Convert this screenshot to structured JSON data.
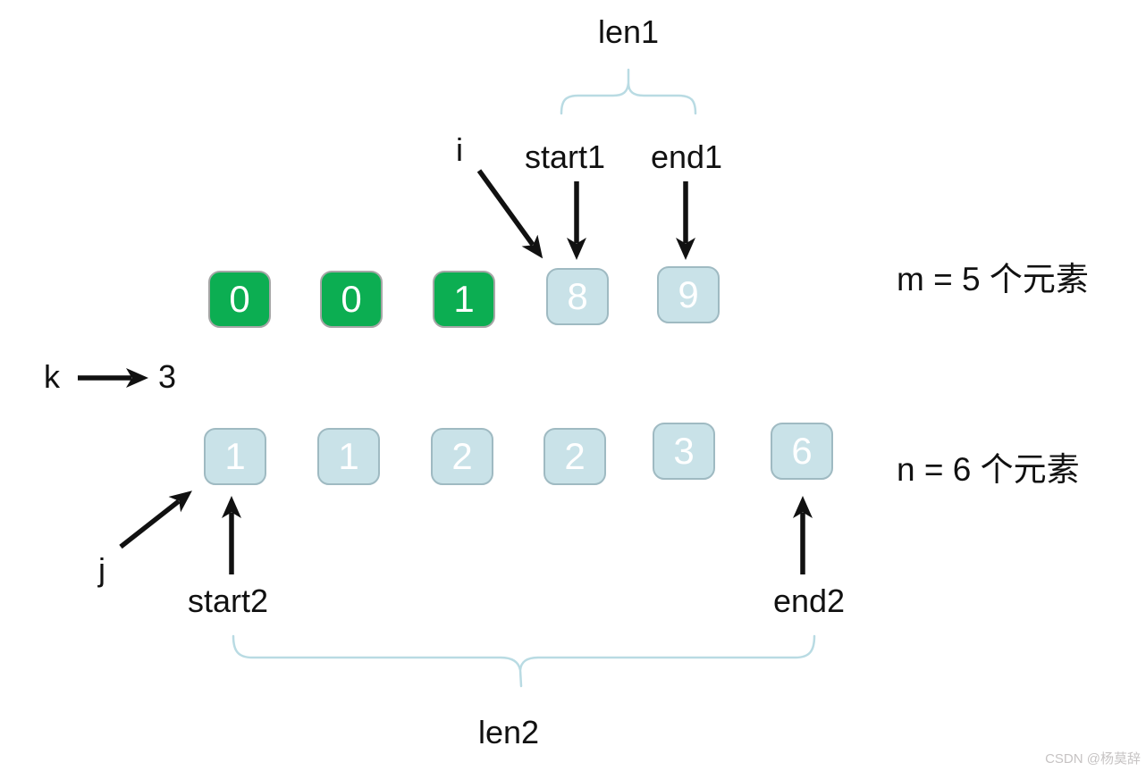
{
  "colors": {
    "green_cell": "#0cae52",
    "green_cell_border": "#a6a6a6",
    "blue_cell": "#c9e2e8",
    "blue_cell_border": "#9fbac2",
    "cell_text": "#ffffff",
    "arrow": "#111111",
    "brace": "#b9dbe3",
    "label_text": "#111111",
    "watermark_text": "#c6c3c3"
  },
  "array1": {
    "cells": [
      {
        "value": "0",
        "variant": "green"
      },
      {
        "value": "0",
        "variant": "green"
      },
      {
        "value": "1",
        "variant": "green"
      },
      {
        "value": "8",
        "variant": "blue"
      },
      {
        "value": "9",
        "variant": "blue"
      }
    ],
    "count_label": "m = 5 个元素",
    "length_label": "len1",
    "pointers": {
      "i": "i",
      "start1": "start1",
      "end1": "end1"
    }
  },
  "array2": {
    "cells": [
      {
        "value": "1",
        "variant": "blue"
      },
      {
        "value": "1",
        "variant": "blue"
      },
      {
        "value": "2",
        "variant": "blue"
      },
      {
        "value": "2",
        "variant": "blue"
      },
      {
        "value": "3",
        "variant": "blue"
      },
      {
        "value": "6",
        "variant": "blue"
      }
    ],
    "count_label": "n = 6 个元素",
    "length_label": "len2",
    "pointers": {
      "j": "j",
      "start2": "start2",
      "end2": "end2"
    }
  },
  "k_pointer": {
    "label": "k",
    "value": "3"
  },
  "watermark": "CSDN @杨莫辞"
}
